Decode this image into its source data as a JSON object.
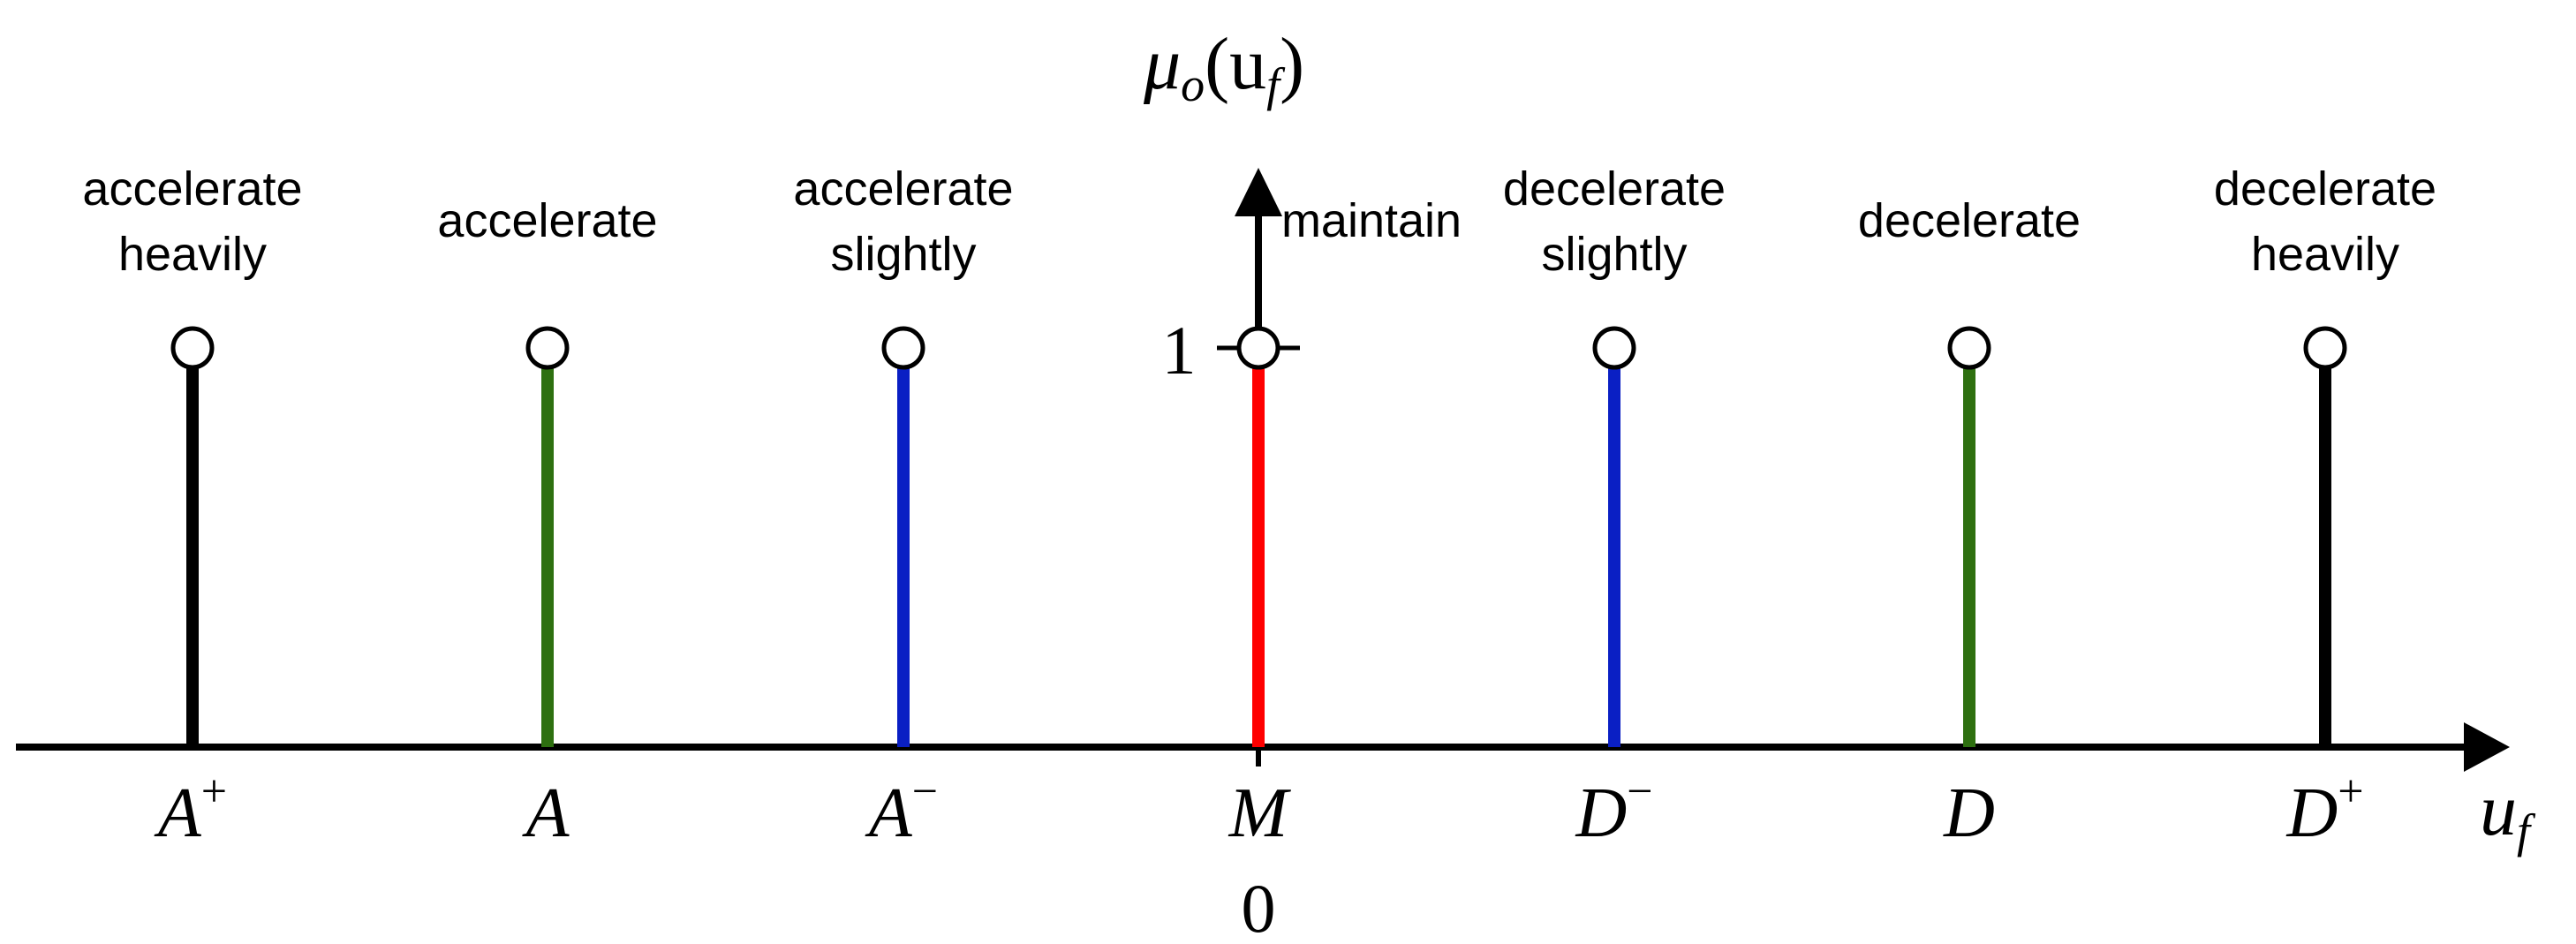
{
  "axes": {
    "y_label_main": "μ",
    "y_label_sub": "o",
    "y_label_arg_open": "(u",
    "y_label_arg_sub": "f",
    "y_label_arg_close": ")",
    "x_label_main": "u",
    "x_label_sub": "f",
    "y_tick_value": 1,
    "y_tick_label": "1",
    "origin_label": "0"
  },
  "singletons": [
    {
      "symbol": "A",
      "sup": "+",
      "label_lines": [
        "accelerate",
        "heavily"
      ],
      "color": "#000000"
    },
    {
      "symbol": "A",
      "sup": "",
      "label_lines": [
        "accelerate"
      ],
      "color": "#2e7010"
    },
    {
      "symbol": "A",
      "sup": "−",
      "label_lines": [
        "accelerate",
        "slightly"
      ],
      "color": "#0a1fc4"
    },
    {
      "symbol": "M",
      "sup": "",
      "label_lines": [
        "maintain"
      ],
      "color": "#ff0000"
    },
    {
      "symbol": "D",
      "sup": "−",
      "label_lines": [
        "decelerate",
        "slightly"
      ],
      "color": "#0a1fc4"
    },
    {
      "symbol": "D",
      "sup": "",
      "label_lines": [
        "decelerate"
      ],
      "color": "#2e7010"
    },
    {
      "symbol": "D",
      "sup": "+",
      "label_lines": [
        "decelerate",
        "heavily"
      ],
      "color": "#000000"
    }
  ]
}
